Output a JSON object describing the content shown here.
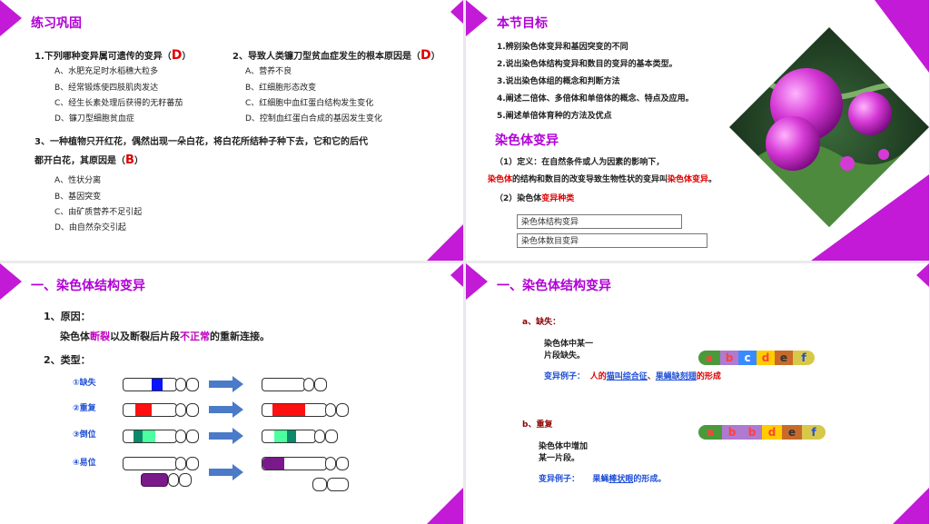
{
  "slide1": {
    "title": "练习巩固",
    "q1": {
      "text": "1.下列哪种变异属可遗传的变异（",
      "answer": "D",
      "close": "）",
      "options": [
        "A、水肥充足时水稻穗大粒多",
        "B、经常锻炼使四肢肌肉发达",
        "C、经生长素处理后获得的无籽蕃茄",
        "D、镰刀型细胞贫血症"
      ]
    },
    "q2": {
      "text": "2、导致人类镰刀型贫血症发生的根本原因是（",
      "answer": "D",
      "close": "）",
      "options": [
        "A、营养不良",
        "B、红细胞形态改变",
        "C、红细胞中血红蛋白结构发生变化",
        "D、控制血红蛋白合成的基因发生变化"
      ]
    },
    "q3": {
      "line1": "3、一种植物只开红花，偶然出现一朵白花，将白花所结种子种下去，它和它的后代",
      "line2": "都开白花，其原因是（",
      "answer": "B",
      "close": "）",
      "options": [
        "A、性状分离",
        "B、基因突变",
        "C、由矿质营养不足引起",
        "D、由自然杂交引起"
      ]
    }
  },
  "slide2": {
    "title": "本节目标",
    "goals": [
      "1.辨别染色体变异和基因突变的不同",
      "2.说出染色体结构变异和数目的变异的基本类型。",
      "3.说出染色体组的概念和判断方法",
      "4.阐述二倍体、多倍体和单倍体的概念、特点及应用。",
      "5.阐述单倍体育种的方法及优点"
    ],
    "subtitle": "染色体变异",
    "def_label": "（1）定义：在自然条件或人为因素的影响下，",
    "def_a": "染色体",
    "def_b": "的结构和数目的改变导致生物性状的变异叫",
    "def_c": "染色体变异",
    "def_d": "。",
    "kinds_label": "（2）染色体",
    "kinds_hl": "变异种类",
    "box1": "染色体结构变异",
    "box2": "染色体数目变异"
  },
  "slide3": {
    "title": "一、染色体结构变异",
    "cause_label": "1、原因：",
    "cause_a": "染色体",
    "cause_b": "断裂",
    "cause_c": "以及断裂后片段",
    "cause_d": "不正常",
    "cause_e": "的重新连接。",
    "types_label": "2、类型：",
    "types": [
      "①缺失",
      "②重复",
      "③倒位",
      "④易位"
    ]
  },
  "slide4": {
    "title": "一、染色体结构变异",
    "a_label": "a、缺失：",
    "a_desc1": "染色体中某一",
    "a_desc2": "片段缺失。",
    "a_example_label": "变异例子：",
    "a_example_1": "人的",
    "a_example_2": "猫叫综合征",
    "a_example_3": "、",
    "a_example_4": "果蝇缺刻翅",
    "a_example_5": "的形成",
    "genes_a": [
      "a",
      "b",
      "c",
      "d",
      "e",
      "f"
    ],
    "b_label": "b、重复",
    "b_desc1": "染色体中增加",
    "b_desc2": "某一片段。",
    "b_example_label": "变异例子：",
    "b_example_1": "果蝇",
    "b_example_2": "棒状眼",
    "b_example_3": "的形成。",
    "genes_b": [
      "a",
      "b",
      "b",
      "d",
      "e",
      "f"
    ]
  },
  "colors": {
    "accent": "#b000d6",
    "magenta": "#c000c0",
    "red": "#e00000",
    "blue": "#1f4fd6"
  }
}
